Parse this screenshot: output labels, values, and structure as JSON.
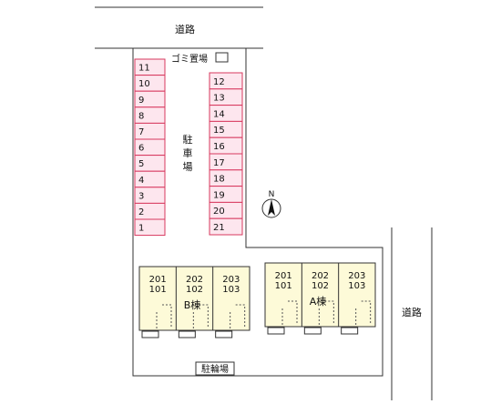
{
  "map": {
    "road_top": "道路",
    "road_right": "道路",
    "garbage_label": "ゴミ置場",
    "parking_label": [
      "駐",
      "車",
      "場"
    ],
    "north_label": "N",
    "bicycle_label": "駐輪場"
  },
  "parking": {
    "left": [
      "11",
      "10",
      "9",
      "8",
      "7",
      "6",
      "5",
      "4",
      "3",
      "2",
      "1"
    ],
    "right": [
      "12",
      "13",
      "14",
      "15",
      "16",
      "17",
      "18",
      "19",
      "20",
      "21"
    ]
  },
  "buildings": [
    {
      "name": "B棟",
      "units": [
        {
          "upper": "201",
          "lower": "101"
        },
        {
          "upper": "202",
          "lower": "102"
        },
        {
          "upper": "203",
          "lower": "103"
        }
      ]
    },
    {
      "name": "A棟",
      "units": [
        {
          "upper": "201",
          "lower": "101"
        },
        {
          "upper": "202",
          "lower": "102"
        },
        {
          "upper": "203",
          "lower": "103"
        }
      ]
    }
  ],
  "colors": {
    "parking_fill": "#fde6ee",
    "parking_stroke": "#d7385e",
    "building_fill": "#fdfad8",
    "lot_stroke": "#333333"
  }
}
